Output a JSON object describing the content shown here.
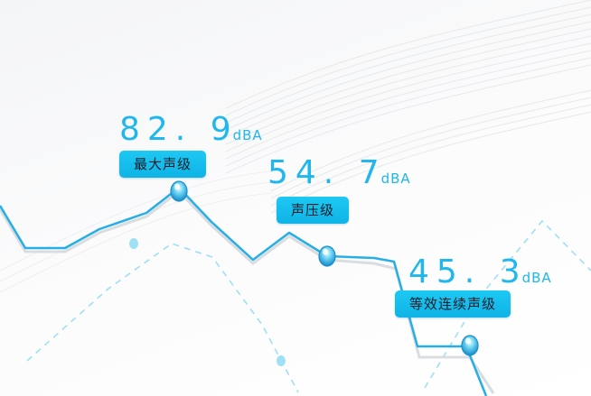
{
  "labels": {
    "max": {
      "value": "82. 9",
      "unit": "dBA",
      "title": "最大声级"
    },
    "current": {
      "value": "54. 7",
      "unit": "dBA",
      "title": "声压级"
    },
    "equivalent": {
      "value": "45. 3",
      "unit": "dBA",
      "title": "等效连续声级"
    }
  },
  "colors": {
    "accent": "#1fb7ee",
    "line": "#27aee6",
    "dashed": "#9edff5",
    "shadow": "#d9dcdf",
    "label_bg": "#14bdee",
    "label_text": "#0e1f2a"
  }
}
